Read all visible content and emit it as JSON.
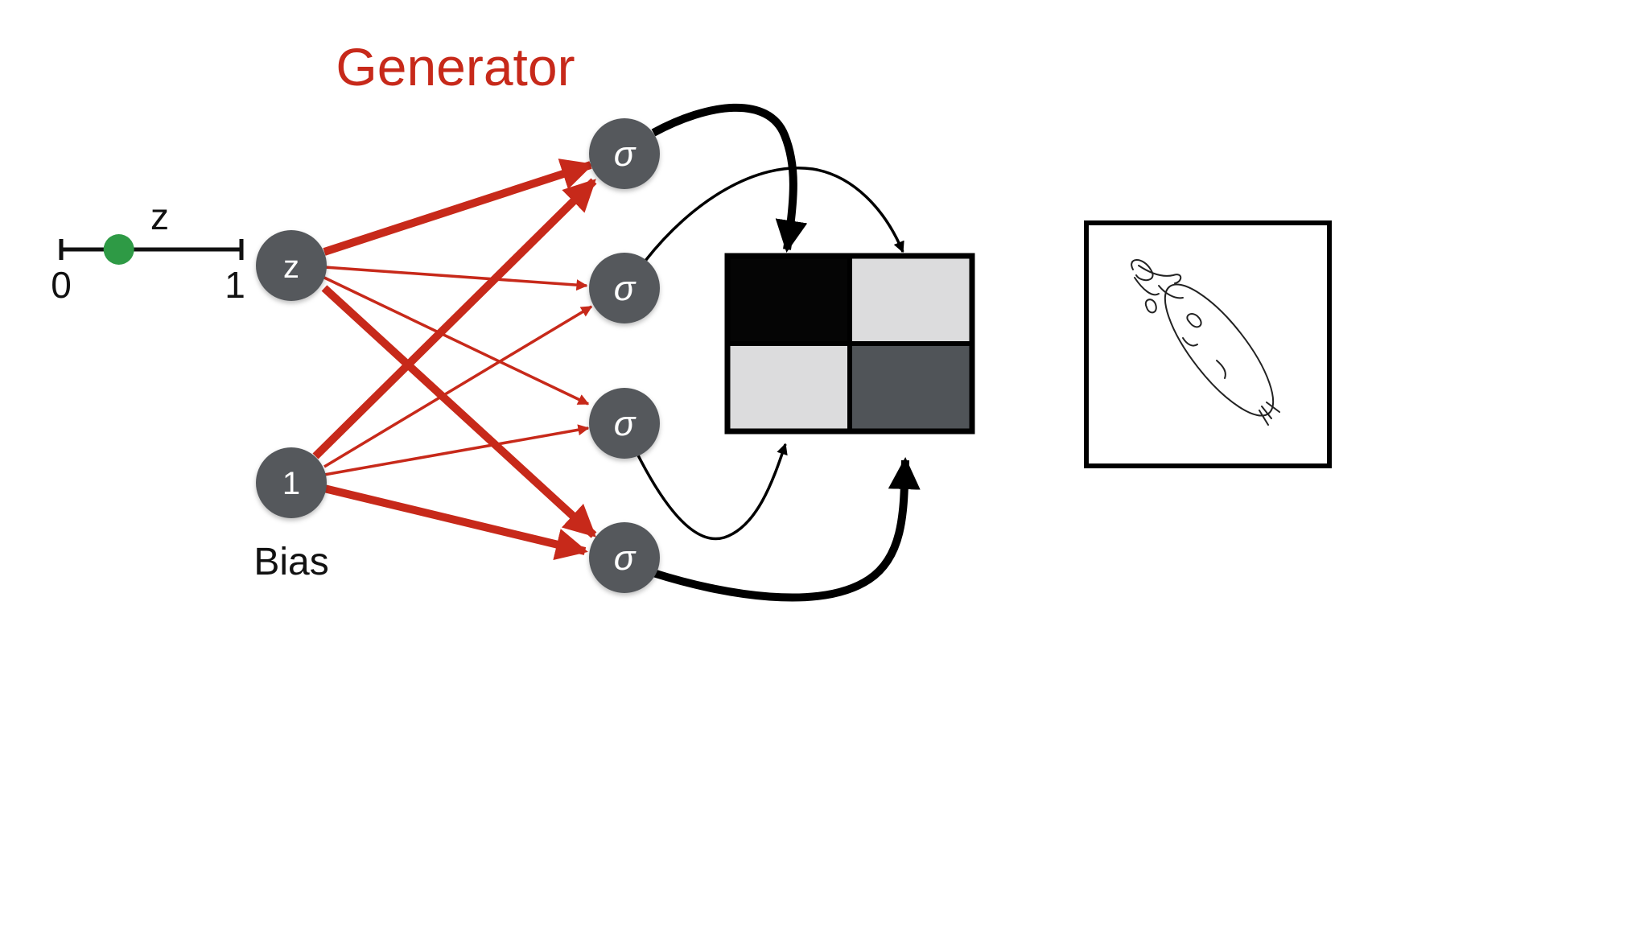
{
  "diagram": {
    "title": "Generator",
    "slider": {
      "label": "z",
      "min_label": "0",
      "max_label": "1",
      "value": 0.32
    },
    "input_nodes": [
      {
        "id": "z",
        "label": "z"
      },
      {
        "id": "bias",
        "label": "1",
        "caption": "Bias"
      }
    ],
    "hidden_nodes": [
      {
        "id": "h1",
        "label": "σ"
      },
      {
        "id": "h2",
        "label": "σ"
      },
      {
        "id": "h3",
        "label": "σ"
      },
      {
        "id": "h4",
        "label": "σ"
      }
    ],
    "output_grid": {
      "rows": 2,
      "cols": 2,
      "cell_colors": [
        "#050505",
        "#dcdcdd",
        "#dcdcdd",
        "#505458"
      ]
    },
    "sample_image": {
      "description_icon": "hand-drawn-sketch-icon"
    },
    "colors": {
      "title": "#c7291a",
      "weight_edge": "#c7291a",
      "output_edge": "#000000",
      "node_fill": "#55585b",
      "slider_point": "#2e9a45"
    }
  }
}
